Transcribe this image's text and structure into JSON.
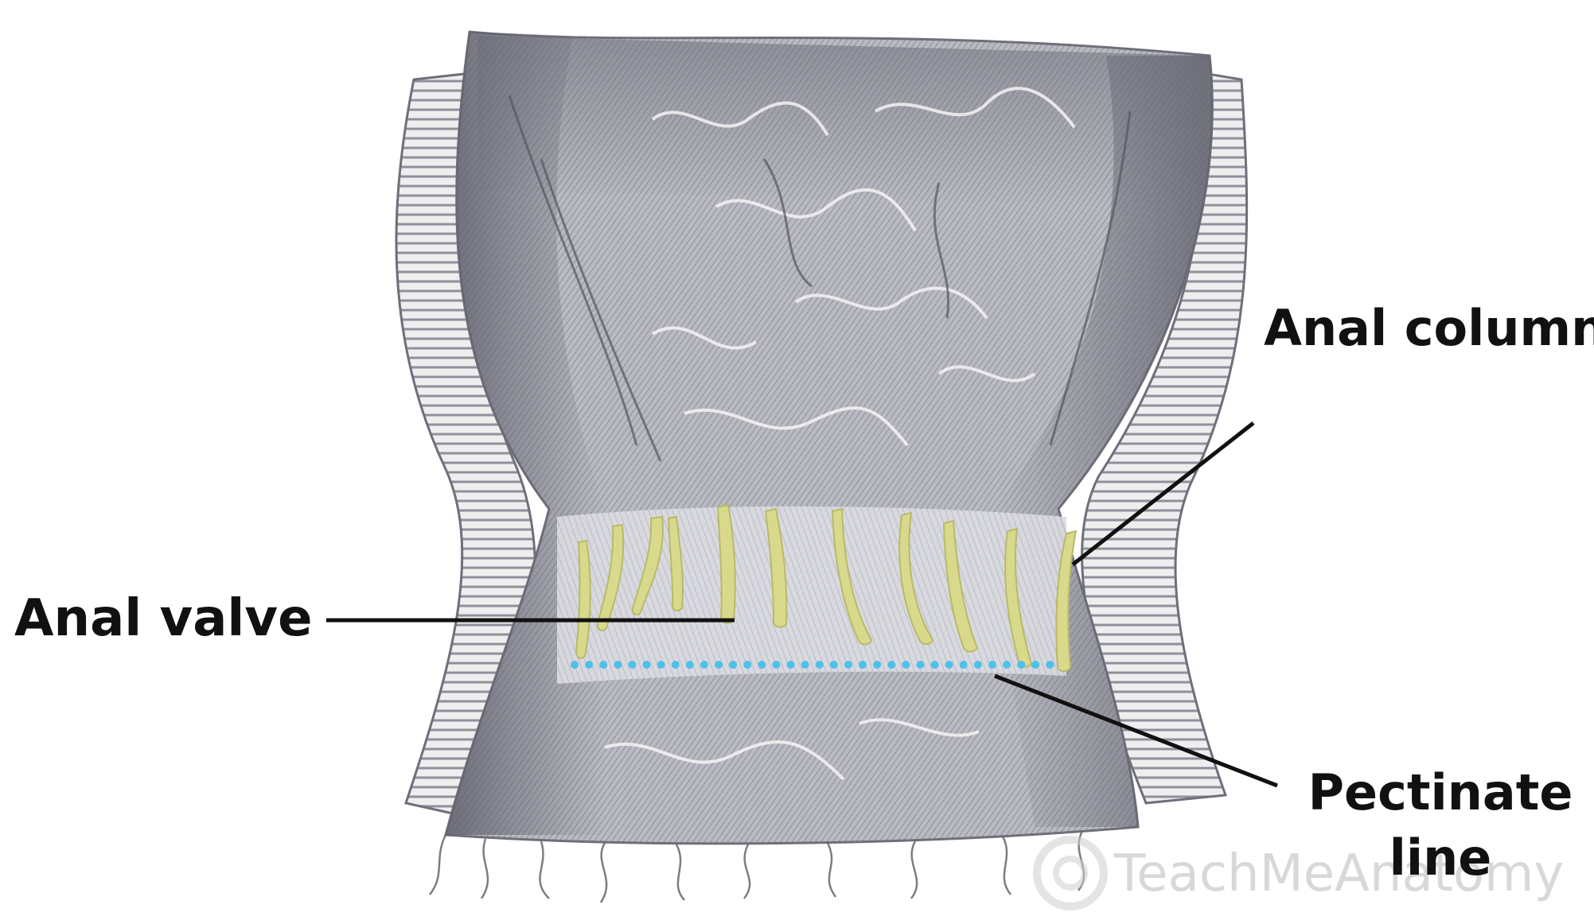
{
  "labels": {
    "anal_column": "Anal column",
    "anal_valve": "Anal valve",
    "pectinate_line": "Pectinate line"
  },
  "watermark": {
    "text": "TeachMeAnatomy"
  },
  "colors": {
    "columns": "#d9d98c",
    "column_outline": "#b9b96a",
    "pectinate": "#4fc0e8",
    "leader": "#111111",
    "tissue_dark": "#6e6f7a",
    "tissue_mid": "#a7a8b1",
    "tissue_light": "#d7d8de"
  }
}
